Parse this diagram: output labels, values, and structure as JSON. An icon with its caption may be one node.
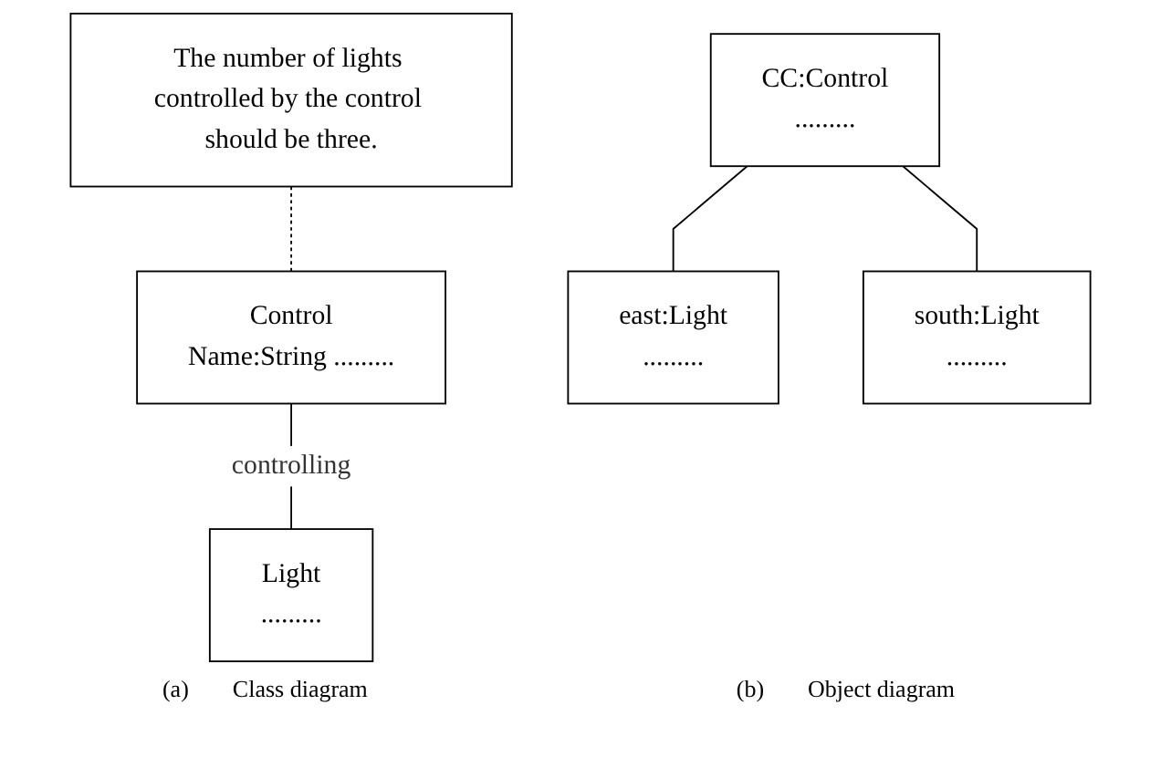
{
  "diagram": {
    "nodes": [
      {
        "text": [
          "The number of lights controlled by the control should be three."
        ]
      },
      {
        "text": [
          "Control",
          "Name:String ........."
        ]
      },
      {
        "text": [
          "Light",
          "........."
        ]
      },
      {
        "text": [
          "CC:Control",
          "........."
        ]
      },
      {
        "text": [
          "east:Light",
          "........."
        ]
      },
      {
        "text": [
          "south:Light",
          "........."
        ]
      }
    ],
    "edges": [
      {
        "from": 0,
        "to": 1,
        "arrow": "none",
        "style": "dashed"
      },
      {
        "from": 1,
        "to": 2,
        "arrow": "none",
        "label": "controlling"
      },
      {
        "from": 3,
        "to": 4,
        "arrow": "none"
      },
      {
        "from": 3,
        "to": 5,
        "arrow": "none"
      }
    ],
    "labels": [
      "(a)",
      "Class diagram",
      "(b)",
      "Object diagram"
    ]
  }
}
